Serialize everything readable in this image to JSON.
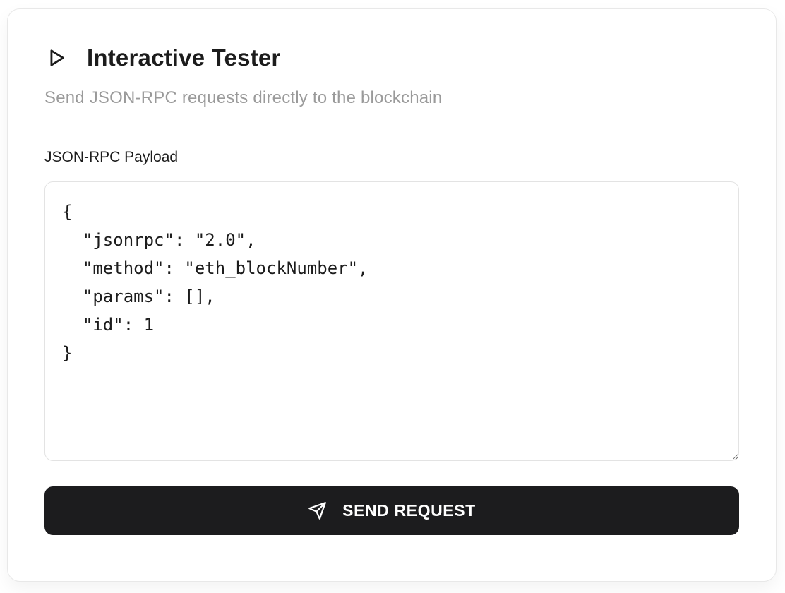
{
  "card": {
    "title": "Interactive Tester",
    "subtitle": "Send JSON-RPC requests directly to the blockchain",
    "payload": {
      "label": "JSON-RPC Payload",
      "value": "{\n  \"jsonrpc\": \"2.0\",\n  \"method\": \"eth_blockNumber\",\n  \"params\": [],\n  \"id\": 1\n}"
    },
    "send_button_label": "SEND REQUEST"
  },
  "icons": {
    "title_icon": "play-outline-icon",
    "send_icon": "paper-plane-icon"
  },
  "colors": {
    "page_bg": "#ffffff",
    "card_bg": "#ffffff",
    "card_border": "#e8e8e8",
    "input_border": "#e3e3e3",
    "button_bg": "#1c1c1e",
    "button_text": "#ffffff",
    "text_dark": "#1c1c1c",
    "text_muted": "#9a9a9a"
  }
}
